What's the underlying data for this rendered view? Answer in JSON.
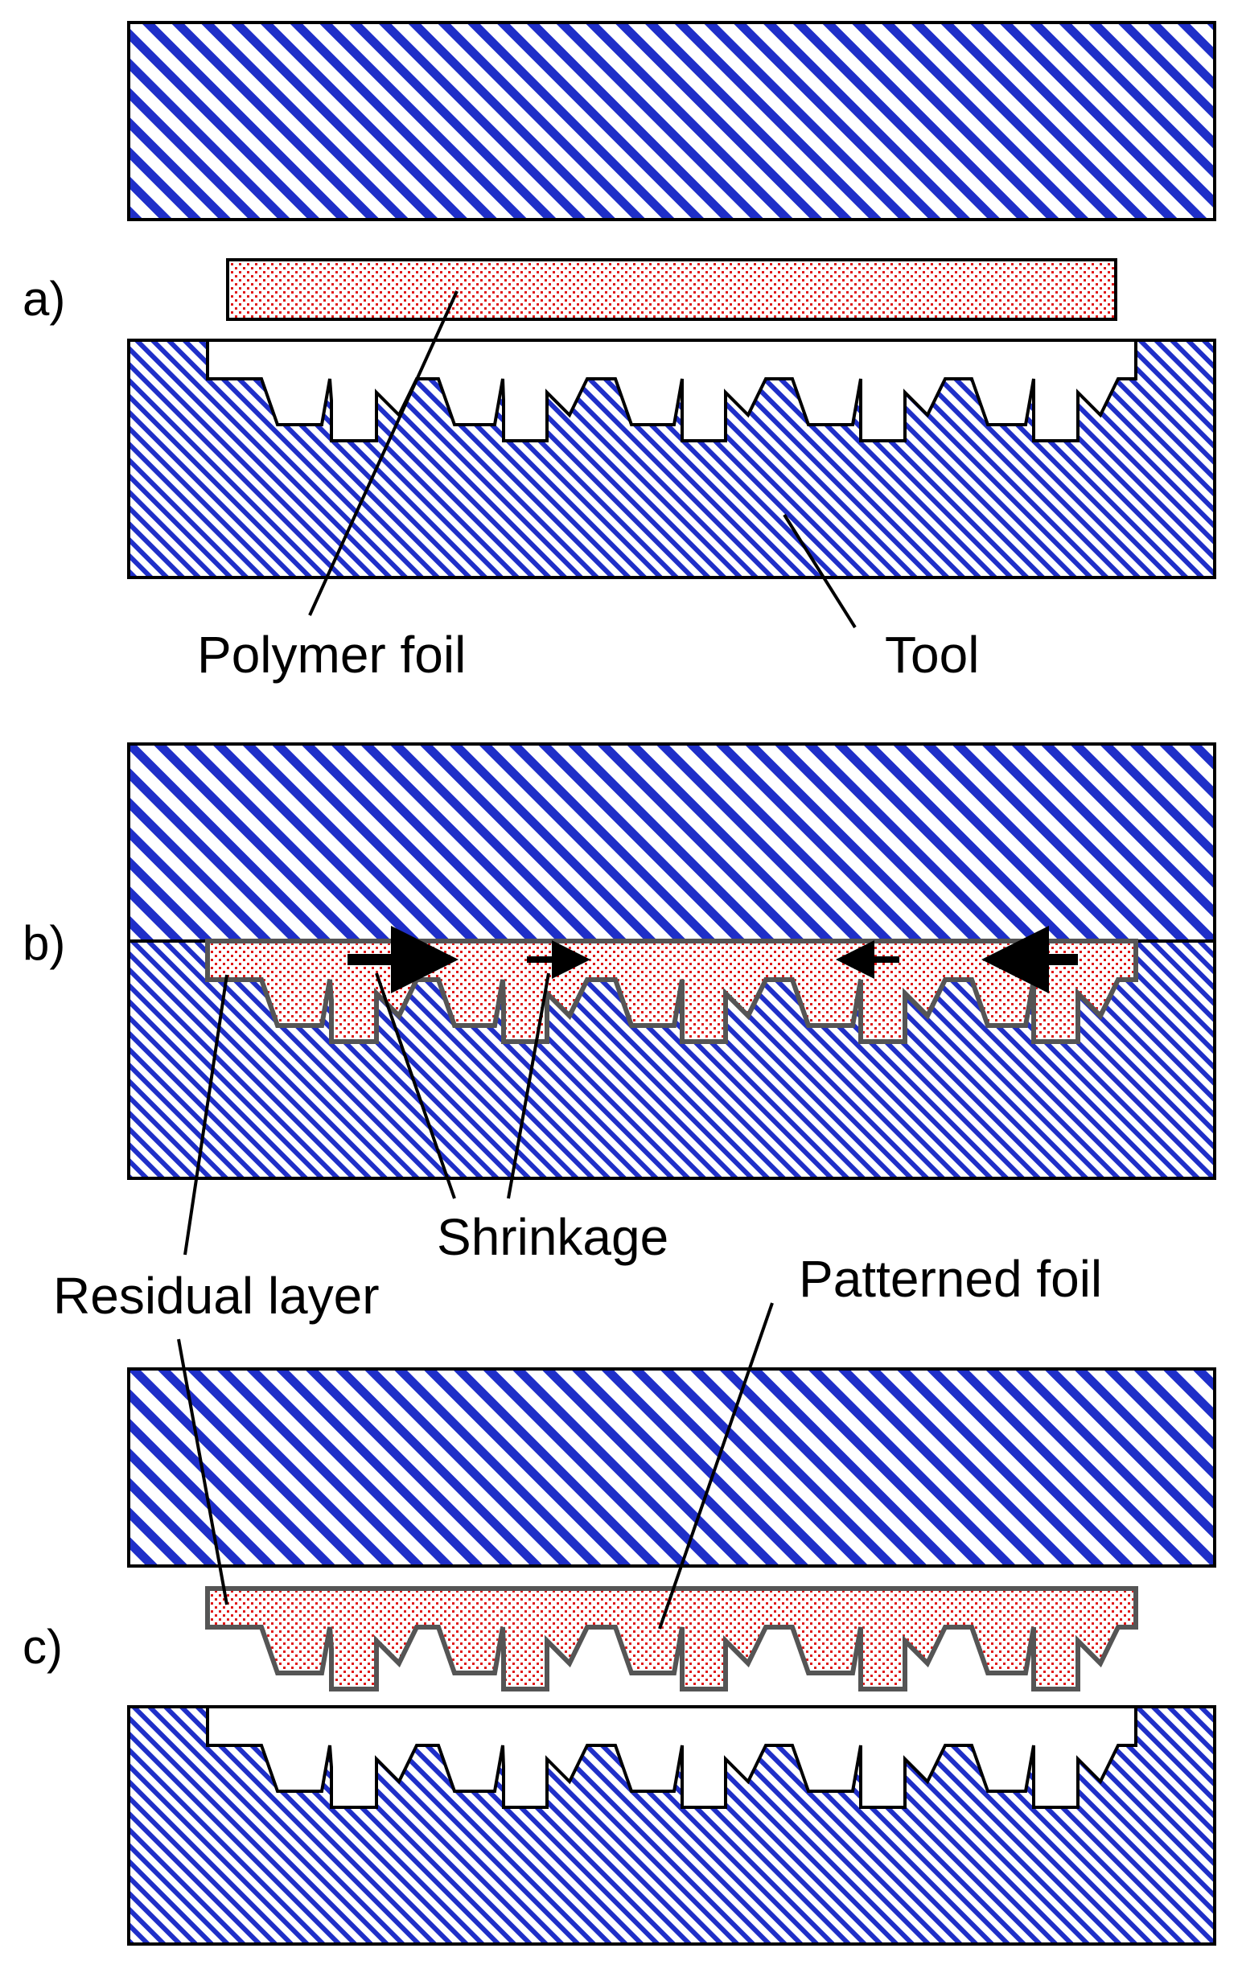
{
  "diagram": {
    "steps": [
      {
        "id": "a",
        "label": "a)"
      },
      {
        "id": "b",
        "label": "b)"
      },
      {
        "id": "c",
        "label": "c)"
      }
    ],
    "labels": {
      "polymer_foil": "Polymer foil",
      "tool": "Tool",
      "shrinkage": "Shrinkage",
      "residual_layer": "Residual layer",
      "patterned_foil": "Patterned foil"
    }
  },
  "colors": {
    "tool_stripe": "#1f2fc8",
    "foil_dots": "#e01818",
    "outline": "#000000",
    "background": "#ffffff"
  }
}
